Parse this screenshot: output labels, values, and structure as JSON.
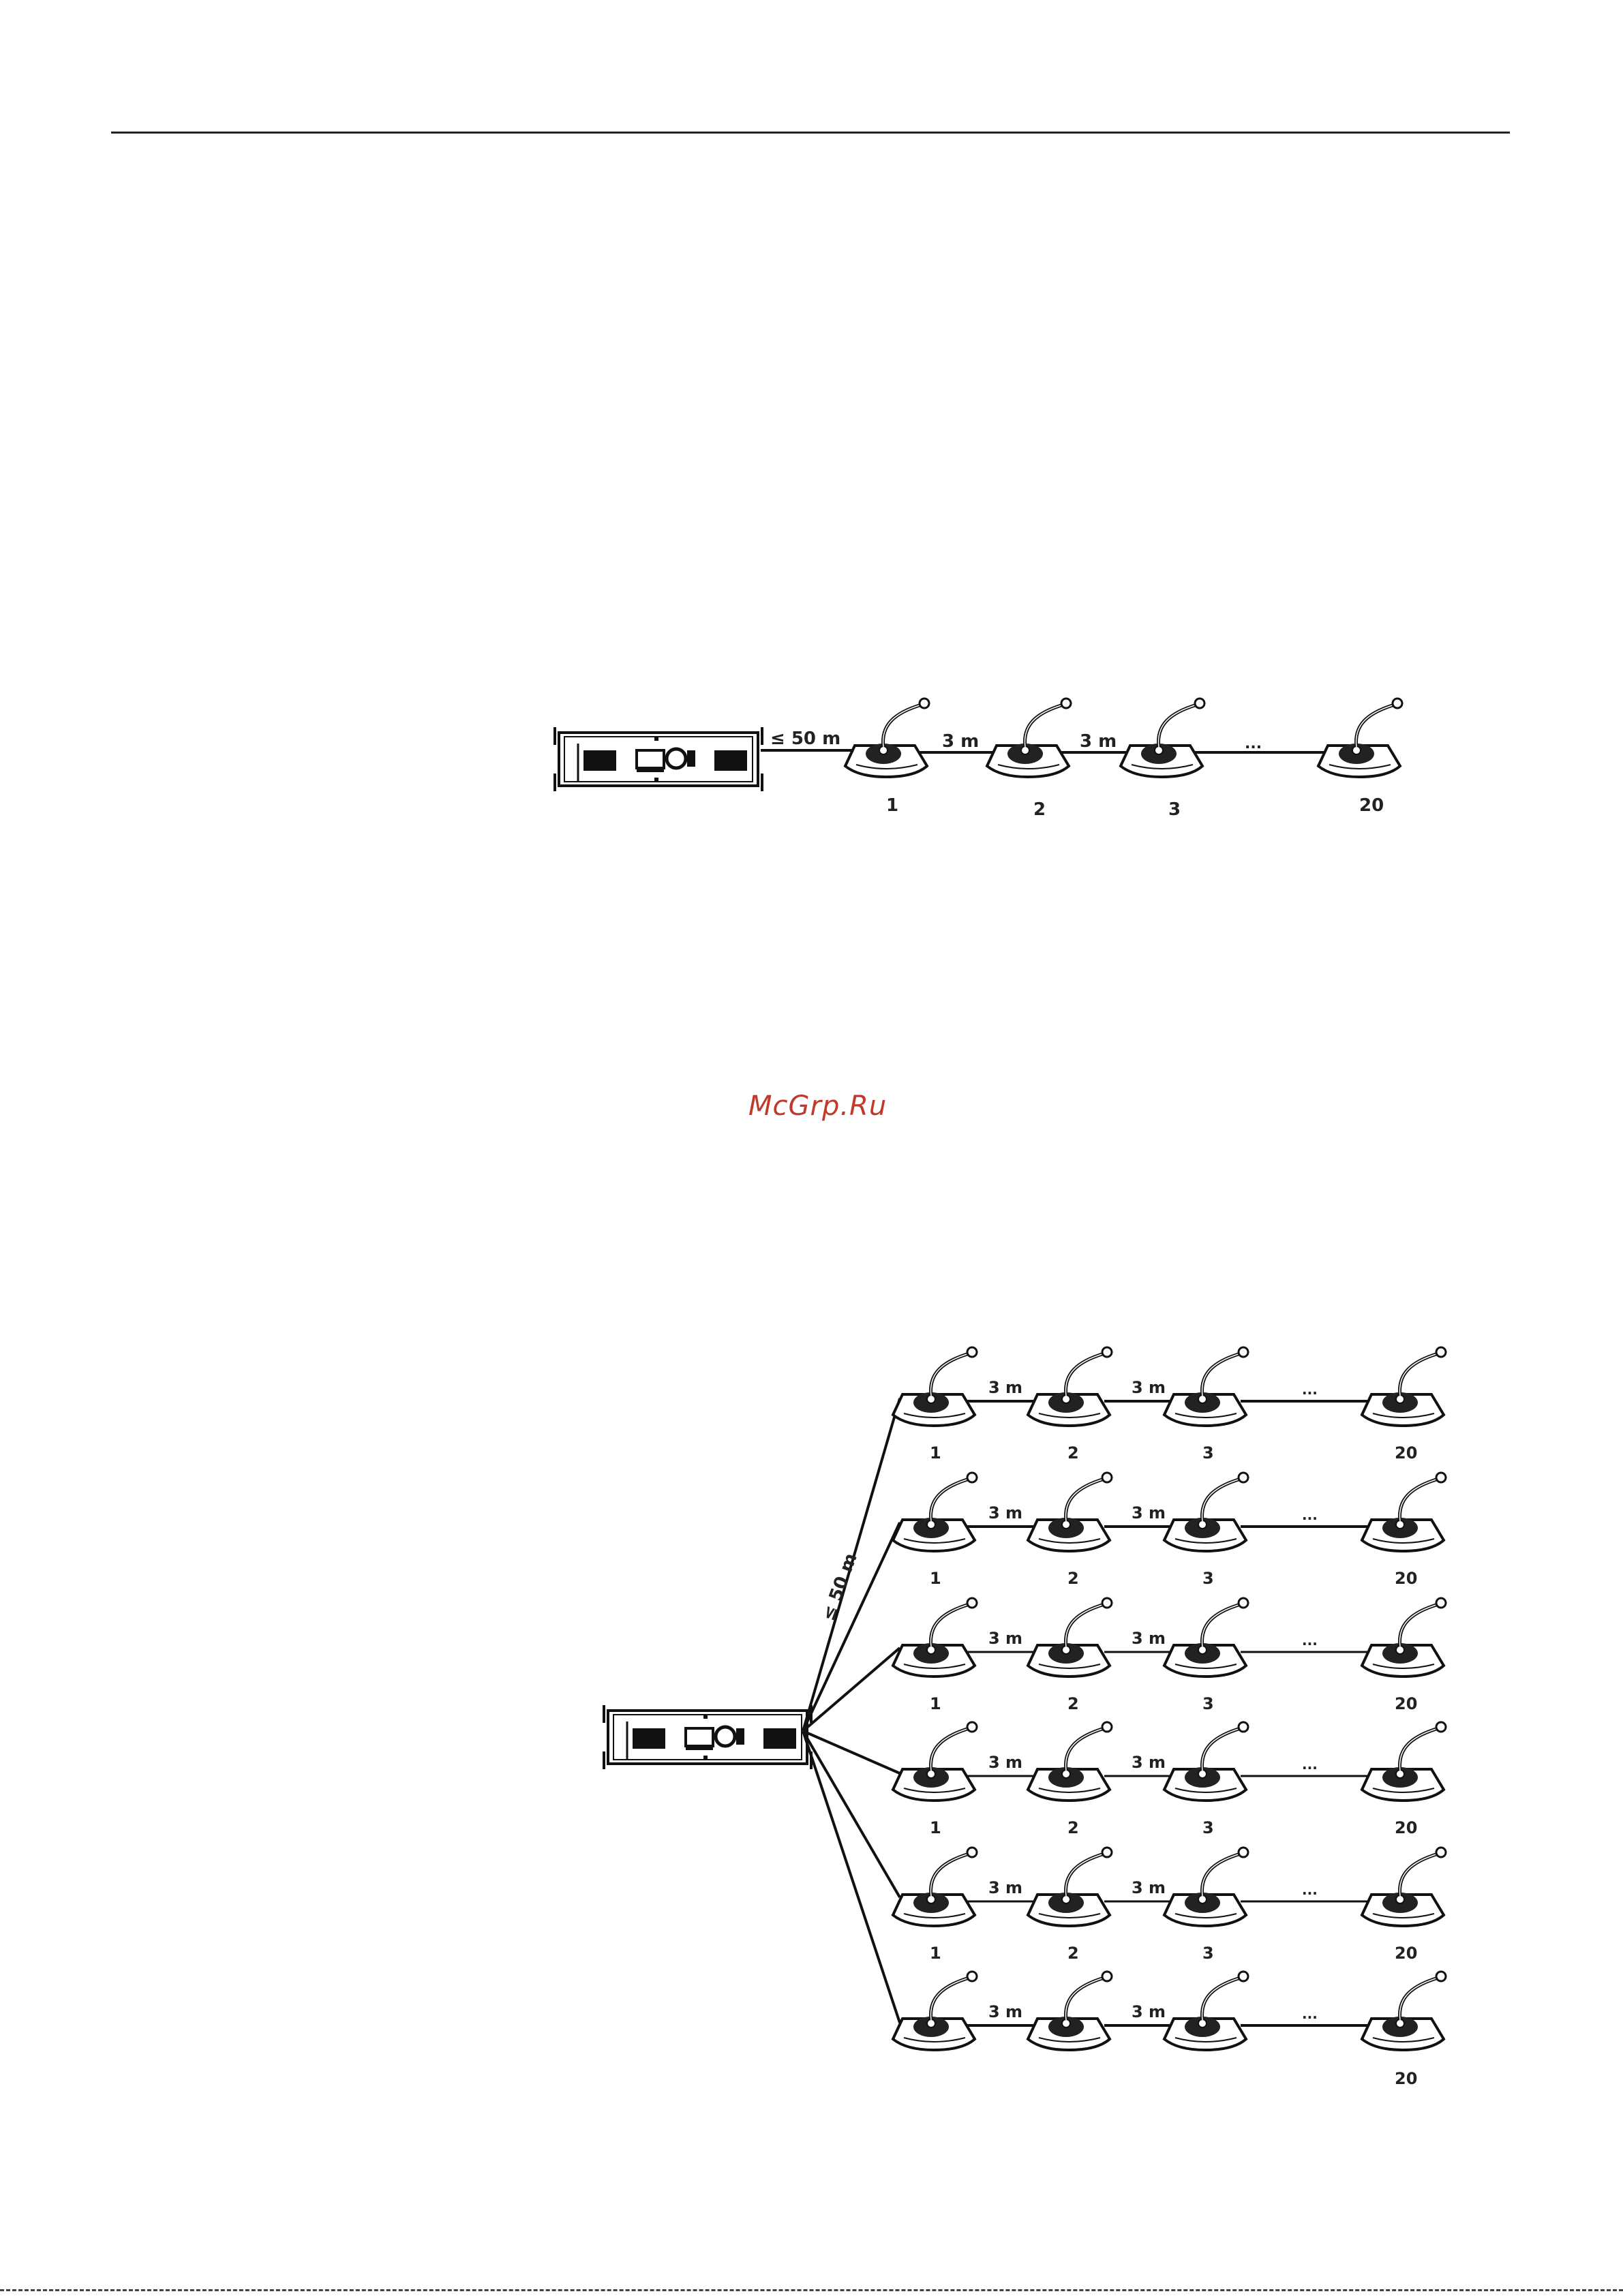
{
  "watermark": "McGrp.Ru",
  "diagram1": {
    "cable_main_label": "≤ 50 m",
    "link_labels": [
      "3 m",
      "3 m"
    ],
    "ellipsis": "...",
    "unit_numbers": [
      "1",
      "2",
      "3",
      "20"
    ]
  },
  "diagram2": {
    "cable_main_label": "≤ 50 m",
    "rows": [
      {
        "link_labels": [
          "3 m",
          "3 m"
        ],
        "ellipsis": "...",
        "unit_numbers": [
          "1",
          "2",
          "3",
          "20"
        ]
      },
      {
        "link_labels": [
          "3 m",
          "3 m"
        ],
        "ellipsis": "...",
        "unit_numbers": [
          "1",
          "2",
          "3",
          "20"
        ]
      },
      {
        "link_labels": [
          "3 m",
          "3 m"
        ],
        "ellipsis": "...",
        "unit_numbers": [
          "1",
          "2",
          "3",
          "20"
        ]
      },
      {
        "link_labels": [
          "3 m",
          "3 m"
        ],
        "ellipsis": "...",
        "unit_numbers": [
          "1",
          "2",
          "3",
          "20"
        ]
      },
      {
        "link_labels": [
          "3 m",
          "3 m"
        ],
        "ellipsis": "...",
        "unit_numbers": [
          "1",
          "2",
          "3",
          "20"
        ]
      },
      {
        "link_labels": [
          "3 m",
          "3 m"
        ],
        "ellipsis": "...",
        "unit_numbers": [
          "",
          "",
          "",
          "20"
        ]
      }
    ]
  }
}
